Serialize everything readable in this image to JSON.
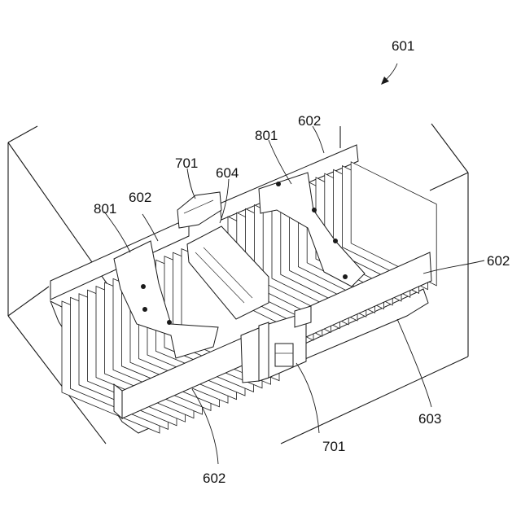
{
  "figure": {
    "labels": {
      "assembly": "601",
      "fin_top_right": "602",
      "fin_top_left": "602",
      "fin_right": "602",
      "fin_bottom": "602",
      "base": "603",
      "spacer": "604",
      "bracket_left": "801",
      "bracket_right": "801",
      "connector_top": "701",
      "connector_bottom": "701"
    }
  }
}
